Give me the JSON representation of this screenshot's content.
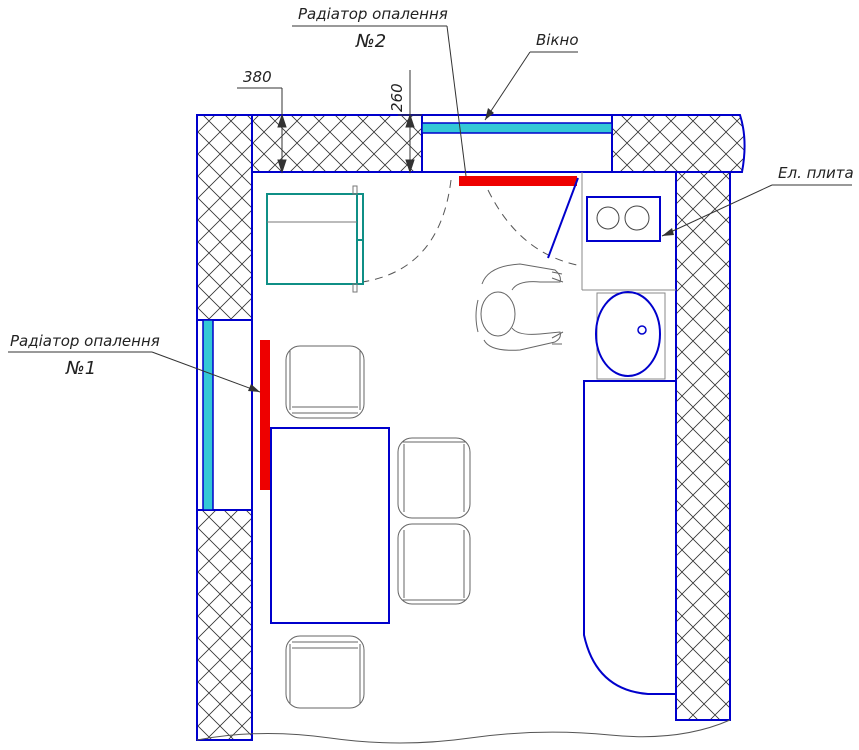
{
  "labels": {
    "radiator2_title": "Радіатор опалення",
    "radiator2_number": "№2",
    "window": "Вікно",
    "stove": "Ел. плита",
    "radiator1_title": "Радіатор опалення",
    "radiator1_number": "№1"
  },
  "dimensions": {
    "wall_thickness": "380",
    "window_sill_depth": "260"
  },
  "colors": {
    "wall_line": "#0000cc",
    "window_glass": "#33c8d6",
    "radiator": "#ee0000",
    "fridge": "#0f8f86",
    "furniture_line": "#666666",
    "text": "#222222"
  }
}
